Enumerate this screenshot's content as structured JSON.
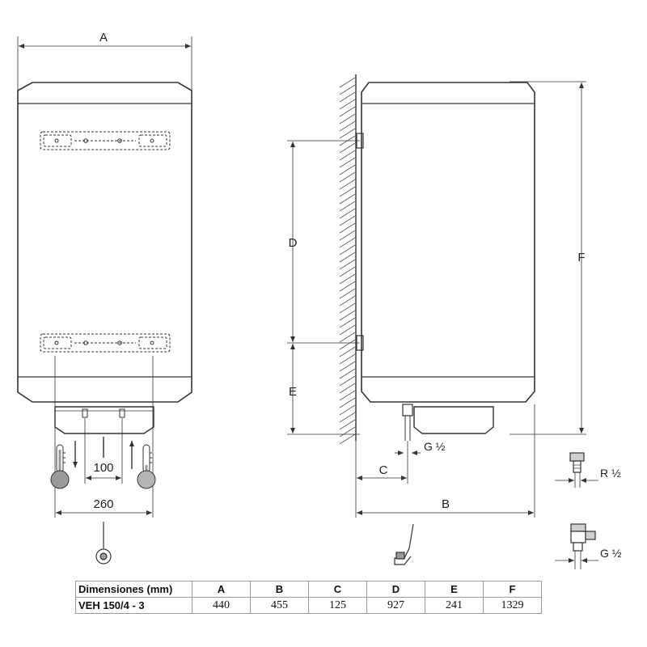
{
  "labels": {
    "A": "A",
    "B": "B",
    "C": "C",
    "D": "D",
    "E": "E",
    "F": "F",
    "dim_100": "100",
    "dim_260": "260",
    "thread_g_half": "G ½",
    "thread_r_half": "R ½",
    "thread_g_half_2": "G ½"
  },
  "table": {
    "header_label": "Dimensiones (mm)",
    "columns": [
      "A",
      "B",
      "C",
      "D",
      "E",
      "F"
    ],
    "row_label": "VEH 150/4 - 3",
    "values": [
      "440",
      "455",
      "125",
      "927",
      "241",
      "1329"
    ]
  },
  "colors": {
    "line": "#333333",
    "thermometer_bulb": "#9a9a9a",
    "hatch": "#555555"
  }
}
